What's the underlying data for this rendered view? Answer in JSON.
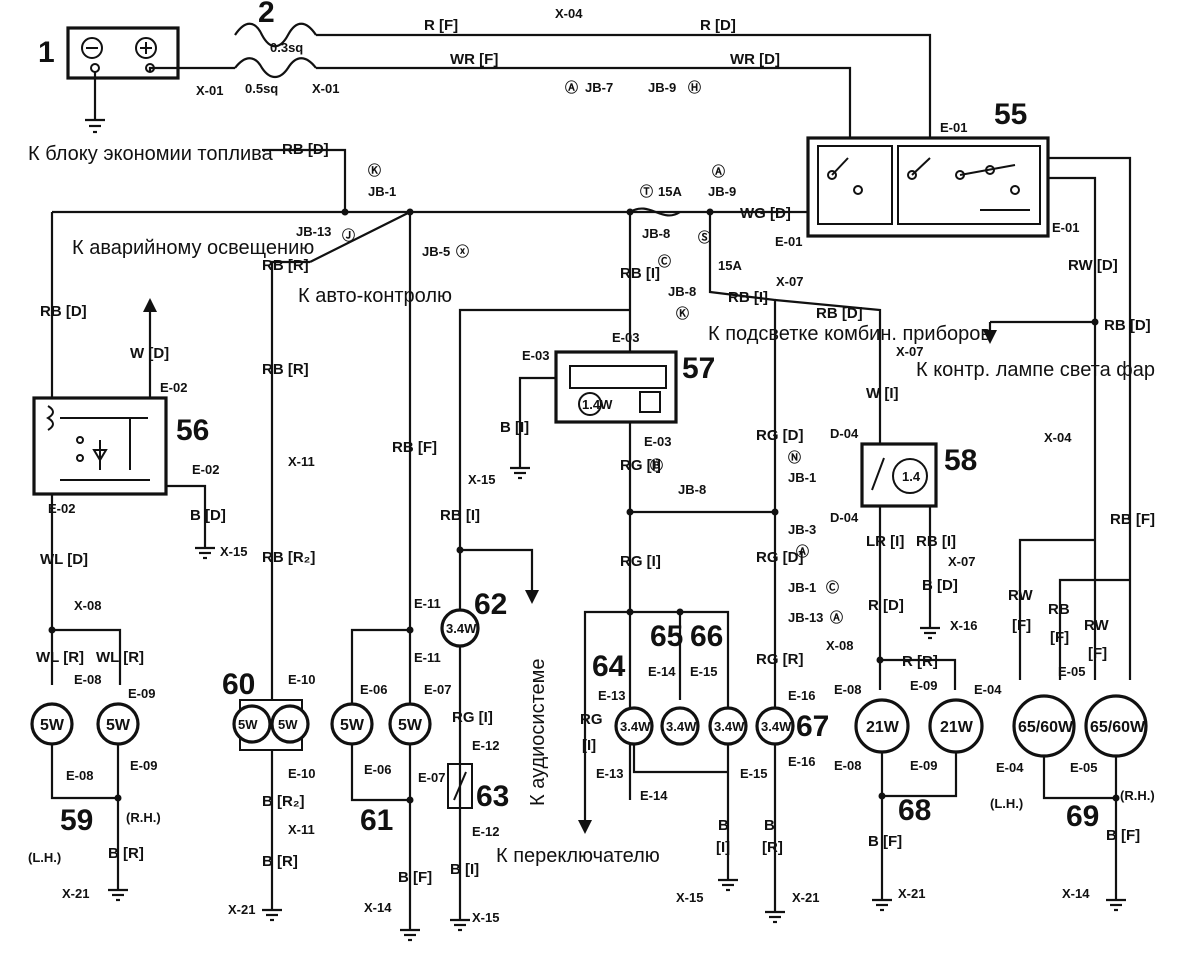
{
  "components": {
    "c1": "1",
    "c2": "2",
    "c55": "55",
    "c56": "56",
    "c57": "57",
    "c58": "58",
    "c59": "59",
    "c60": "60",
    "c61": "61",
    "c62": "62",
    "c63": "63",
    "c64": "64",
    "c65": "65",
    "c66": "66",
    "c67": "67",
    "c68": "68",
    "c69": "69"
  },
  "notes": {
    "fuel_economy": "К блоку экономии топлива",
    "hazard": "К аварийному освещению",
    "autocontrol": "К авто-контролю",
    "cluster": "К подсветке комбин. приборов",
    "headlamp_indicator": "К контр. лампе света фар",
    "audio": "К аудиосистеме",
    "switch": "К переключателю"
  },
  "wire_labels": {
    "r_f": "R [F]",
    "r_d": "R [D]",
    "wr_f": "WR [F]",
    "wr_d": "WR [D]",
    "rb_d": "RB [D]",
    "rb_r": "RB [R]",
    "rb_r2": "RB [R₂]",
    "rb_f": "RB [F]",
    "rb_i": "RB [I]",
    "rg_i": "RG [I]",
    "rg_d": "RG [D]",
    "rg_r": "RG [R]",
    "wg_d": "WG [D]",
    "rw_d": "RW [D]",
    "rw_f": "RW [F]",
    "w_d": "W [D]",
    "w_i": "W [I]",
    "wl_d": "WL [D]",
    "wl_r": "WL [R]",
    "b_d": "B [D]",
    "b_i": "B [I]",
    "b_r": "B [R]",
    "b_r2": "B [R₂]",
    "b_f": "B [F]",
    "lr_i": "LR [I]",
    "r_r": "R [R]",
    "rg": "RG",
    "rw": "RW",
    "rb": "RB",
    "b": "B",
    "i_br": "[I]",
    "r_br": "[R]",
    "f_br": "[F]"
  },
  "connectors": {
    "x01": "X-01",
    "x04": "X-04",
    "x07": "X-07",
    "x08": "X-08",
    "x11": "X-11",
    "x14": "X-14",
    "x15": "X-15",
    "x16": "X-16",
    "x21": "X-21",
    "e01": "E-01",
    "e02": "E-02",
    "e03": "E-03",
    "e04": "E-04",
    "e05": "E-05",
    "e06": "E-06",
    "e07": "E-07",
    "e08": "E-08",
    "e09": "E-09",
    "e10": "E-10",
    "e11": "E-11",
    "e12": "E-12",
    "e13": "E-13",
    "e14": "E-14",
    "e15": "E-15",
    "e16": "E-16",
    "d04": "D-04",
    "jb1": "JB-1",
    "jb3": "JB-3",
    "jb5": "JB-5",
    "jb7": "JB-7",
    "jb8": "JB-8",
    "jb9": "JB-9",
    "jb13": "JB-13"
  },
  "ratings": {
    "w5": "5W",
    "w34": "3.4W",
    "w21": "21W",
    "w6560": "65/60W",
    "v14": "1.4",
    "v14b": "1.4W",
    "a15": "15A",
    "sq03": "0.3sq",
    "sq05": "0.5sq"
  },
  "sides": {
    "lh": "(L.H.)",
    "rh": "(R.H.)"
  },
  "letters": {
    "a": "Ⓐ",
    "b": "Ⓑ",
    "c": "Ⓒ",
    "j": "Ⓙ",
    "k": "Ⓚ",
    "n": "Ⓝ",
    "s": "Ⓢ",
    "t": "Ⓣ",
    "h": "Ⓗ",
    "x": "ⓧ"
  }
}
